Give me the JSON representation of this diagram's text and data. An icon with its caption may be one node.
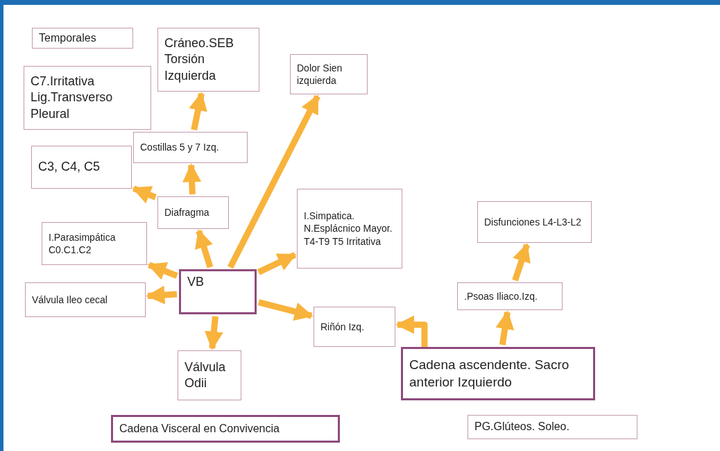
{
  "diagram": {
    "nodes": [
      {
        "text": [
          "Temporales"
        ]
      },
      {
        "text": [
          "Cráneo.SEB Torsión Izquierda"
        ]
      },
      {
        "text": [
          "Dolor Sien izquierda"
        ]
      },
      {
        "text": [
          "C7.Irritativa Lig.Transverso Pleural"
        ]
      },
      {
        "text": [
          "Costillas 5 y 7 Izq."
        ]
      },
      {
        "text": [
          "C3, C4, C5"
        ]
      },
      {
        "text": [
          "Diafragma"
        ]
      },
      {
        "text": [
          "I.Simpatica. N.Esplácnico Mayor. T4-T9 T5 Irritativa"
        ]
      },
      {
        "text": [
          "Disfunciones L4-L3-L2"
        ]
      },
      {
        "text": [
          "I.Parasimpática C0.C1.C2"
        ]
      },
      {
        "text": [
          "VB"
        ]
      },
      {
        "text": [
          "Válvula Ileo cecal"
        ]
      },
      {
        "text": [
          ".Psoas Iliaco.Izq."
        ]
      },
      {
        "text": [
          "Riñón Izq."
        ]
      },
      {
        "text": [
          "Cadena ascendente. Sacro anterior Izquierdo"
        ]
      },
      {
        "text": [
          "Válvula Odii"
        ]
      },
      {
        "text": [
          "Cadena Visceral en Convivencia"
        ]
      },
      {
        "text": [
          "PG.Glúteos. Soleo."
        ]
      }
    ],
    "edges": [
      {
        "from": 10,
        "to": 6,
        "arrow": "to"
      },
      {
        "from": 10,
        "to": 2,
        "arrow": "to"
      },
      {
        "from": 10,
        "to": 7,
        "arrow": "to"
      },
      {
        "from": 10,
        "to": 9,
        "arrow": "to"
      },
      {
        "from": 10,
        "to": 11,
        "arrow": "to"
      },
      {
        "from": 10,
        "to": 15,
        "arrow": "to"
      },
      {
        "from": 10,
        "to": 13,
        "arrow": "to"
      },
      {
        "from": 6,
        "to": 4,
        "arrow": "to"
      },
      {
        "from": 6,
        "to": 5,
        "arrow": "to"
      },
      {
        "from": 4,
        "to": 1,
        "arrow": "to"
      },
      {
        "from": 14,
        "to": 13,
        "arrow": "to"
      },
      {
        "from": 14,
        "to": 12,
        "arrow": "to"
      },
      {
        "from": 12,
        "to": 8,
        "arrow": "to"
      }
    ]
  }
}
